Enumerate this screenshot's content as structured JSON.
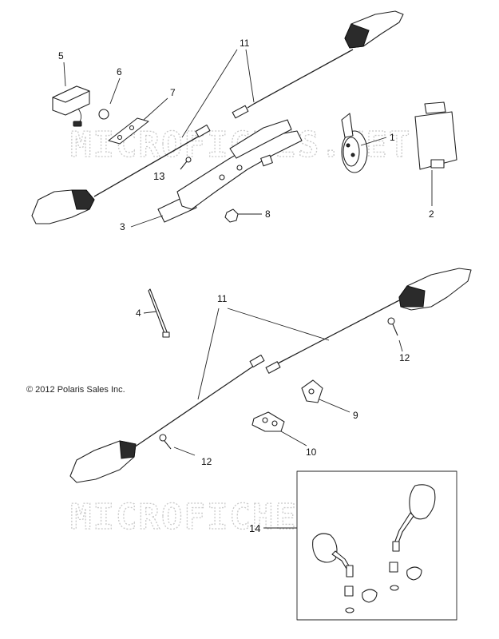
{
  "watermark": "MICROFICHES.NET",
  "copyright": "© 2012 Polaris Sales Inc.",
  "callouts": {
    "c1": "1",
    "c2": "2",
    "c3": "3",
    "c4": "4",
    "c5": "5",
    "c6": "6",
    "c7": "7",
    "c8": "8",
    "c9": "9",
    "c10": "10",
    "c11_top": "11",
    "c11_bottom": "11",
    "c12_upper": "12",
    "c12_lower": "12",
    "c13": "13",
    "c14": "14"
  }
}
